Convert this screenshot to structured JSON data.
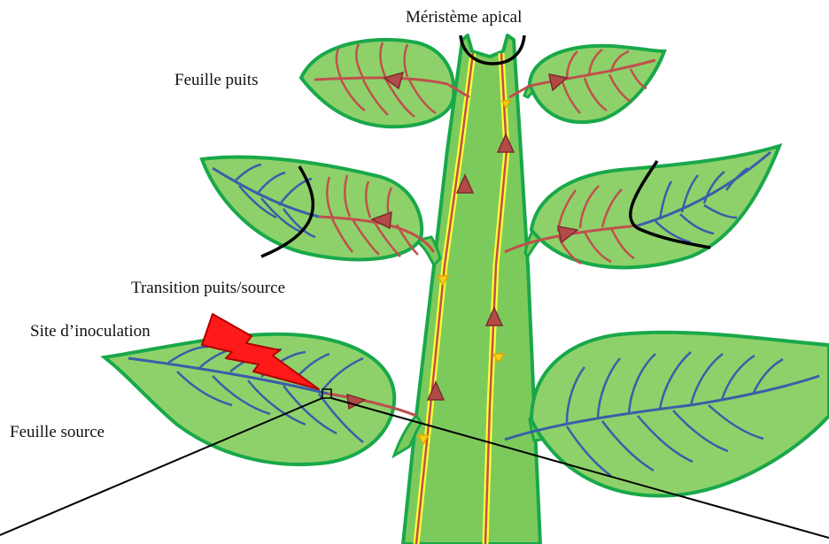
{
  "labels": {
    "apical_meristem": "Méristème apical",
    "sink_leaf": "Feuille puits",
    "sink_source_transition": "Transition puits/source",
    "inoculation_site": "Site d’inoculation",
    "source_leaf": "Feuille source"
  },
  "colors": {
    "leaf_fill": "#8ed16a",
    "leaf_outline": "#19a84a",
    "stem_fill": "#7dca5c",
    "phloem_yellow": "#ffff33",
    "sink_vein": "#c0504d",
    "source_vein": "#3b5ea8",
    "flow_arrow_up": "#b24a48",
    "flow_arrow_down": "#f5d11a",
    "boundary": "#000000",
    "lightning": "#ff1a1a"
  },
  "icons": {
    "inoculation": "lightning-bolt-icon",
    "flow_marker": "triangle-arrow-icon"
  }
}
